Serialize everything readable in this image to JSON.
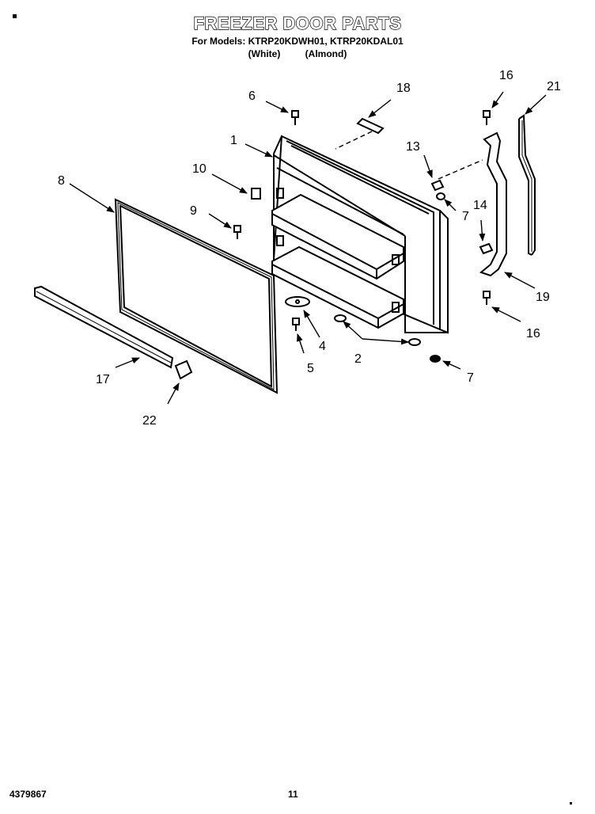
{
  "header": {
    "title": "FREEZER DOOR PARTS",
    "models_line": "For Models: KTRP20KDWH01, KTRP20KDAL01",
    "variant_white": "(White)",
    "variant_almond": "(Almond)"
  },
  "part_labels": {
    "p1": "1",
    "p2": "2",
    "p4": "4",
    "p5": "5",
    "p6": "6",
    "p7a": "7",
    "p7b": "7",
    "p8": "8",
    "p9": "9",
    "p10": "10",
    "p13": "13",
    "p14": "14",
    "p16a": "16",
    "p16b": "16",
    "p17": "17",
    "p18": "18",
    "p19": "19",
    "p21": "21",
    "p22": "22"
  },
  "footer": {
    "doc_number": "4379867",
    "page_number": "11"
  }
}
